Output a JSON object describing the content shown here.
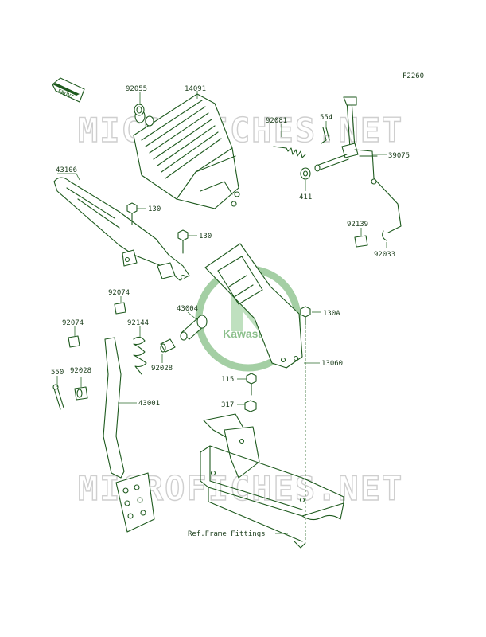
{
  "diagram_code": "F2260",
  "front_arrow_label": "FRONT",
  "watermark_text": "MICROFICHES.NET",
  "logo_text": "Kawasaki",
  "ref_note": "Ref.Frame Fittings",
  "parts": {
    "p92055": "92055",
    "p14091": "14091",
    "p92081": "92081",
    "p554": "554",
    "p39075": "39075",
    "p411": "411",
    "p43106": "43106",
    "p130a": "130",
    "p130b": "130",
    "p92139": "92139",
    "p92033": "92033",
    "p92074a": "92074",
    "p43004": "43004",
    "p130A": "130A",
    "p92074b": "92074",
    "p92144": "92144",
    "p92028a": "92028",
    "p13060": "13060",
    "p550": "550",
    "p92028b": "92028",
    "p115": "115",
    "p43001": "43001",
    "p317": "317"
  },
  "colors": {
    "line": "#1e5a1e",
    "logo": "#2e8b2e",
    "watermark": "#cfcfcf"
  }
}
